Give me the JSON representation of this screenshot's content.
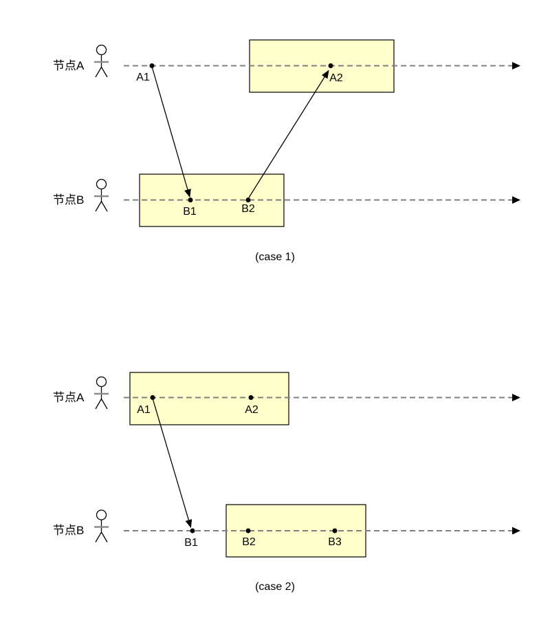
{
  "diagram": {
    "colors": {
      "box_fill": "#FFFFCC",
      "box_stroke": "#000000",
      "timeline": "#7F7F7F",
      "actor_arms": "#8C8C8C",
      "ink": "#000000"
    },
    "case1": {
      "caption": "(case 1)",
      "rowA": {
        "label": "节点A",
        "events": {
          "a1": "A1",
          "a2": "A2"
        }
      },
      "rowB": {
        "label": "节点B",
        "events": {
          "b1": "B1",
          "b2": "B2"
        }
      },
      "messages": [
        {
          "from": "A1",
          "to": "B1"
        },
        {
          "from": "B2",
          "to": "A2"
        }
      ]
    },
    "case2": {
      "caption": "(case 2)",
      "rowA": {
        "label": "节点A",
        "events": {
          "a1": "A1",
          "a2": "A2"
        }
      },
      "rowB": {
        "label": "节点B",
        "events": {
          "b1": "B1",
          "b2": "B2",
          "b3": "B3"
        }
      },
      "messages": [
        {
          "from": "A1",
          "to": "B1"
        }
      ]
    }
  }
}
